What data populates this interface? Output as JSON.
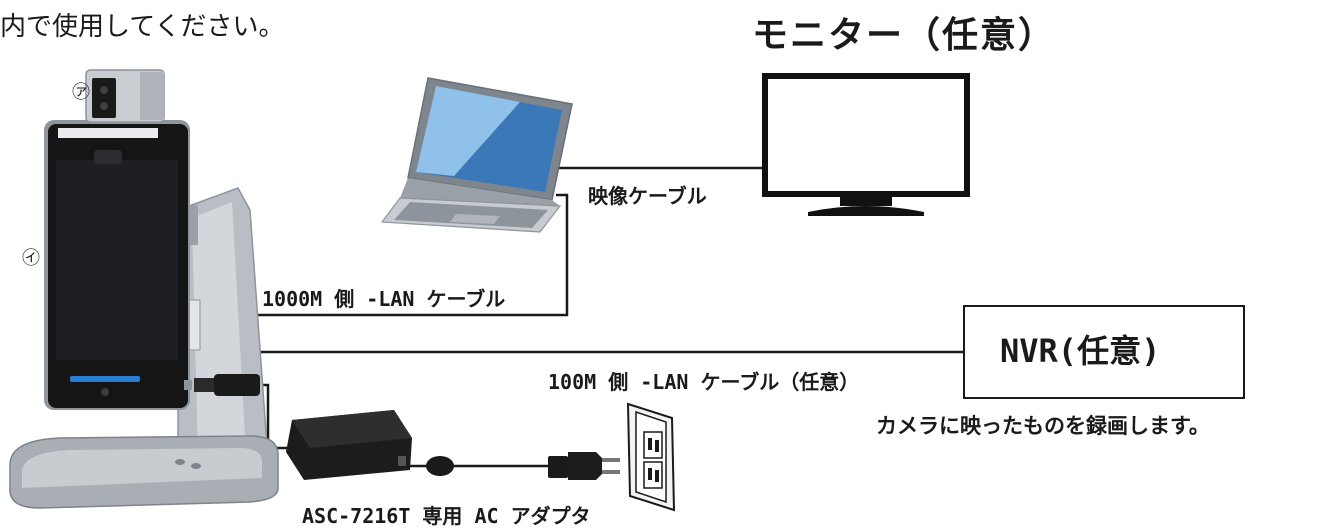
{
  "intro_text": "内で使用してください。",
  "monitor_title": "モニター（任意）",
  "labels": {
    "video_cable": "映像ケーブル",
    "lan_1000m": "1000M 側 -LAN ケーブル",
    "lan_100m": "100M 側 -LAN ケーブル（任意）",
    "adapter": "ASC-7216T 専用 AC アダプタ"
  },
  "nvr": {
    "label": "NVR(任意)",
    "note": "カメラに映ったものを録画します。"
  },
  "callouts": {
    "a": "㋐",
    "i": "㋑"
  },
  "colors": {
    "line": "#1a1a1a",
    "device_black": "#151515",
    "stand_silver": "#b9bec4",
    "screen_blue": "#3a78b8",
    "accent_blue": "#2a7fd4"
  },
  "icons": [
    "face-terminal-icon",
    "camera-module-icon",
    "laptop-icon",
    "monitor-icon",
    "ac-adapter-icon",
    "power-plug-icon",
    "wall-outlet-icon"
  ]
}
